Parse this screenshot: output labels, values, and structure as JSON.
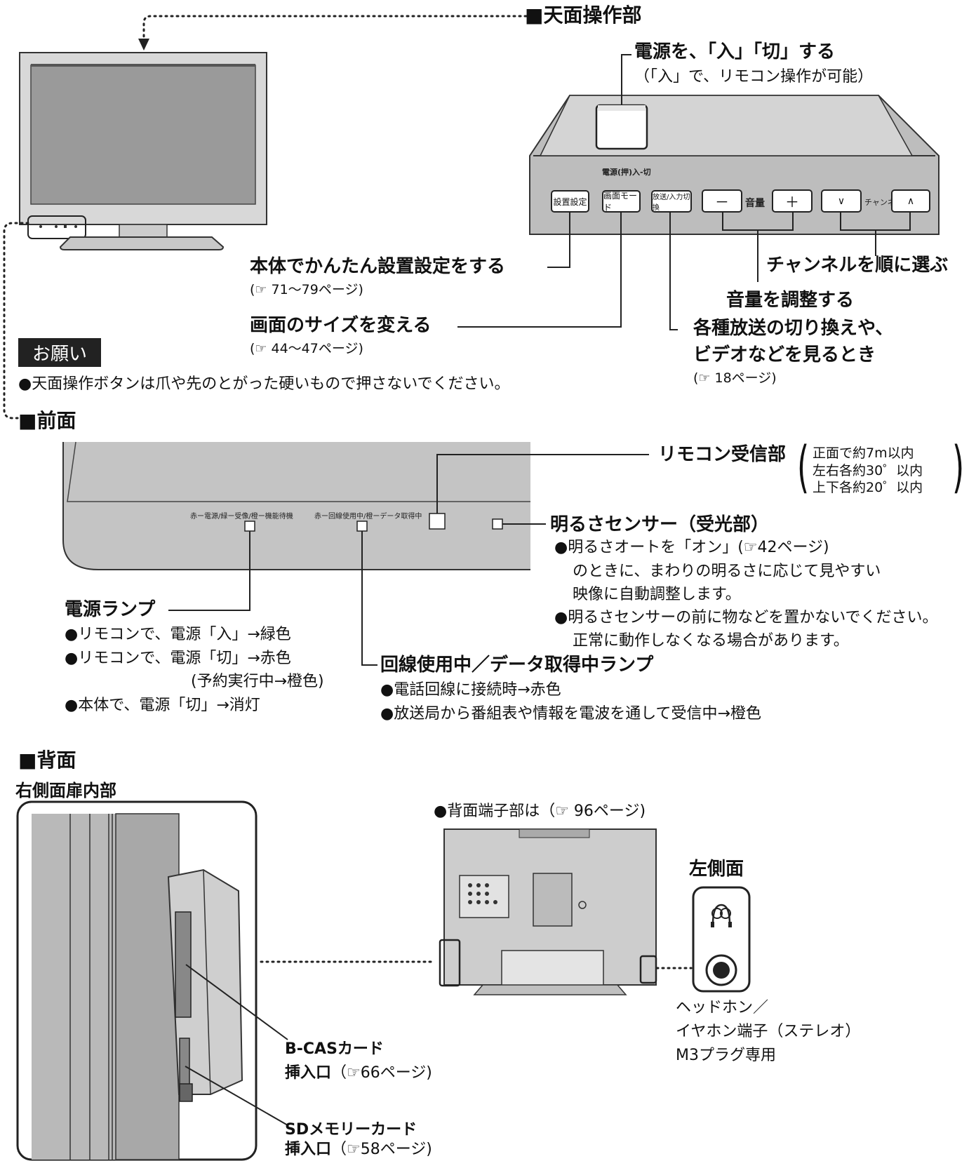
{
  "top_section": {
    "heading": "■天面操作部",
    "power_label": "電源を、「入」「切」する",
    "power_note": "（「入」で、リモコン操作が可能）",
    "panel_power_text": "電源(押)入-切",
    "buttons": {
      "setup": "設置設定",
      "picture_mode": "画面モード",
      "input_switch": "放送/入力切換",
      "vol_minus": "－",
      "vol_label": "音量",
      "vol_plus": "＋",
      "ch_down": "∨",
      "ch_label": "チャンネル",
      "ch_up": "∧"
    },
    "channel_desc": "チャンネルを順に選ぶ",
    "volume_desc": "音量を調整する",
    "input_desc_1": "各種放送の切り換えや、",
    "input_desc_2": "ビデオなどを見るとき",
    "input_ref": "(☞ 18ページ)",
    "setup_desc": "本体でかんたん設置設定をする",
    "setup_ref": "(☞ 71～79ページ)",
    "picture_desc": "画面のサイズを変える",
    "picture_ref": "(☞ 44～47ページ)",
    "request_tag": "お願い",
    "request_text": "●天面操作ボタンは爪や先のとがった硬いもので押さないでください。"
  },
  "front_section": {
    "heading": "■前面",
    "panel_text_1": "赤ー電源/緑ー受像/橙ー機能待機",
    "panel_text_2": "赤ー回線使用中/橙ーデータ取得中",
    "remote_receiver": "リモコン受信部",
    "remote_range_1": "正面で約7m以内",
    "remote_range_2": "左右各約30゜以内",
    "remote_range_3": "上下各約20゜以内",
    "brightness_sensor": "明るさセンサー（受光部）",
    "brightness_1": "●明るさオートを「オン」(☞42ページ)",
    "brightness_2": "のときに、まわりの明るさに応じて見やすい",
    "brightness_3": "映像に自動調整します。",
    "brightness_4": "●明るさセンサーの前に物などを置かないでください。",
    "brightness_5": "正常に動作しなくなる場合があります。",
    "power_lamp": "電源ランプ",
    "power_lamp_1": "●リモコンで、電源「入」→緑色",
    "power_lamp_2": "●リモコンで、電源「切」→赤色",
    "power_lamp_3": "(予約実行中→橙色)",
    "power_lamp_4": "●本体で、電源「切」→消灯",
    "line_lamp": "回線使用中／データ取得中ランプ",
    "line_lamp_1": "●電話回線に接続時→赤色",
    "line_lamp_2": "●放送局から番組表や情報を電波を通して受信中→橙色"
  },
  "back_section": {
    "heading": "■背面",
    "right_side_label": "右側面扉内部",
    "rear_terminal": "●背面端子部は（☞ 96ページ)",
    "left_side_label": "左側面",
    "headphone_1": "ヘッドホン／",
    "headphone_2": "イヤホン端子（ステレオ）",
    "headphone_3": "M3プラグ専用",
    "bcas_1": "B-CASカード",
    "bcas_2": "挿入口",
    "bcas_ref": "（☞66ページ)",
    "sd_1": "SDメモリーカード",
    "sd_2": "挿入口",
    "sd_ref": "（☞58ページ)"
  }
}
